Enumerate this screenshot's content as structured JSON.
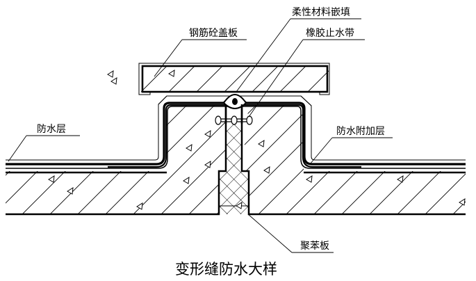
{
  "title": "变形缝防水大样",
  "labels": {
    "flexible_filler": "柔性材料嵌填",
    "rubber_waterstop": "橡胶止水带",
    "concrete_cover": "钢筋砼盖板",
    "waterproof_layer": "防水层",
    "additional_waterproof_layer": "防水附加层",
    "polystyrene_board": "聚苯板"
  },
  "colors": {
    "line": "#000000",
    "background": "#ffffff"
  }
}
